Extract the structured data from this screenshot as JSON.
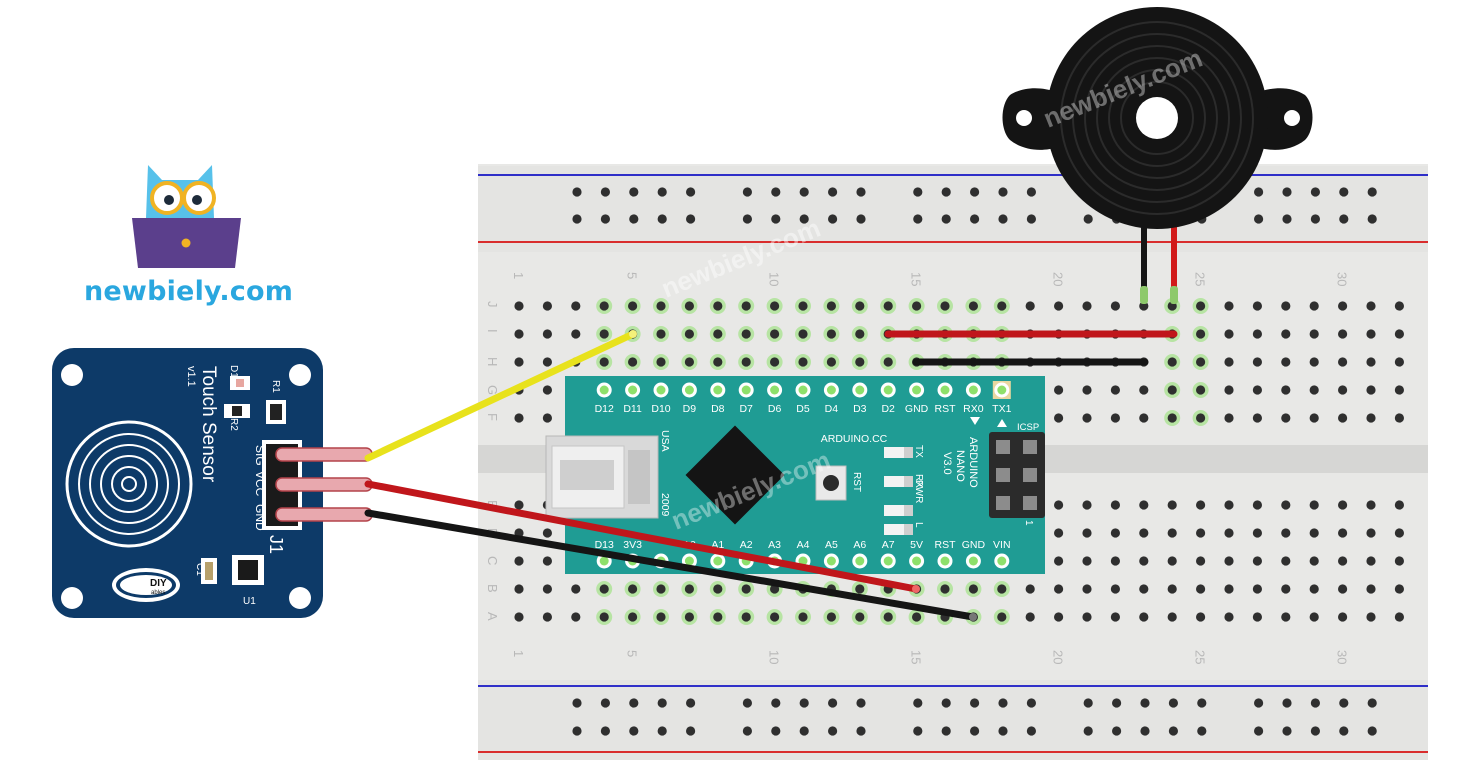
{
  "logo": {
    "text": "newbiely.com"
  },
  "watermark": "newbiely.com",
  "breadboard": {
    "rows_upper": [
      "J",
      "I",
      "H",
      "G",
      "F"
    ],
    "rows_lower": [
      "E",
      "D",
      "C",
      "B",
      "A"
    ],
    "column_numbers": [
      "1",
      "5",
      "10",
      "15",
      "20",
      "25",
      "30"
    ]
  },
  "touch_sensor": {
    "title": "Touch Sensor",
    "version": "v1.1",
    "pins": [
      "SIG",
      "VCC",
      "GND"
    ],
    "header_label": "J1",
    "parts": [
      "R1",
      "R2",
      "D1",
      "C1",
      "U1"
    ],
    "brand": "DIY",
    "brand_sub": "ables"
  },
  "arduino": {
    "top_pins": [
      "D12",
      "D11",
      "D10",
      "D9",
      "D8",
      "D7",
      "D6",
      "D5",
      "D4",
      "D3",
      "D2",
      "GND",
      "RST",
      "RX0",
      "TX1"
    ],
    "bottom_pins": [
      "D13",
      "3V3",
      "",
      "A0",
      "A1",
      "A2",
      "A3",
      "A4",
      "A5",
      "A6",
      "A7",
      "5V",
      "RST",
      "GND",
      "VIN"
    ],
    "site": "ARDUINO.CC",
    "model": [
      "ARDUINO",
      "NANO",
      "V3.0"
    ],
    "country": "USA",
    "year": "2009",
    "leds": [
      "TX",
      "RX",
      "PWR",
      "L"
    ],
    "icsp": "ICSP",
    "rst_button": "RST",
    "header_pin_one": "1"
  },
  "colors": {
    "wire_red": "#c0161b",
    "wire_black": "#151515",
    "wire_yellow": "#e8e21c",
    "arduino": "#1f9c94",
    "sensor": "#0d3a68",
    "logo": "#2aa7df",
    "rail_red": "#d92d2d",
    "rail_blue": "#2f2fc8"
  }
}
